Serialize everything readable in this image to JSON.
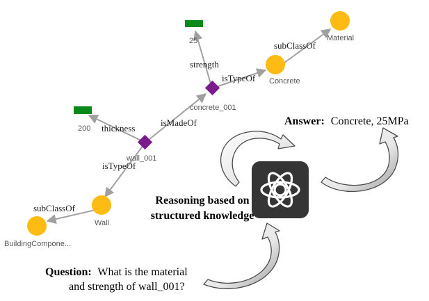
{
  "graph": {
    "nodes": {
      "n25": "25",
      "material": "Material",
      "concrete": "Concrete",
      "concrete_001": "concrete_001",
      "n200": "200",
      "wall_001": "wall_001",
      "wall": "Wall",
      "building_component": "BuildingCompone..."
    },
    "edges": {
      "strength": "strength",
      "subclassof_concrete": "subClassOf",
      "istypeof_concrete": "isTypeOf",
      "ismadeof": "isMadeOf",
      "thickness": "thickness",
      "istypeof_wall": "isTypeOf",
      "subclassof_wall": "subClassOf"
    }
  },
  "reasoning": {
    "line1": "Reasoning based on",
    "line2": "structured knowledge"
  },
  "answer": {
    "label": "Answer:",
    "text": "Concrete, 25MPa"
  },
  "question": {
    "label": "Question:",
    "line1_rest": "What is the material",
    "line2": "and strength of wall_001?"
  },
  "colors": {
    "class_node": "#fdbb14",
    "instance_node": "#7a1a8c",
    "literal_node": "#0a8a1a",
    "edge": "#a0a0a0",
    "logo_bg": "#353535"
  },
  "icons": {
    "model_logo": "openai-logo-icon"
  }
}
